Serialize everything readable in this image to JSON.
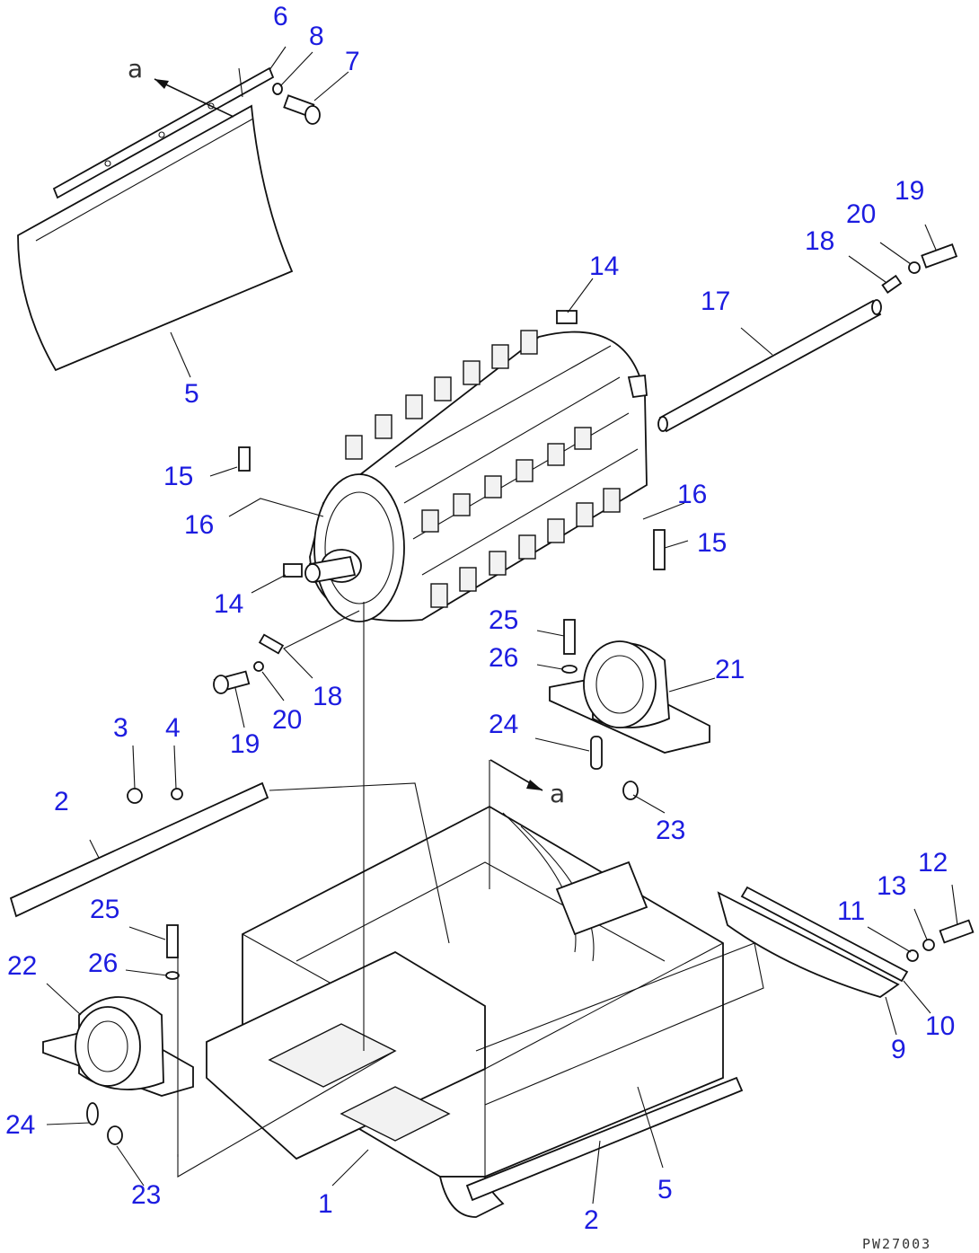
{
  "view_letter": "a",
  "drawing_code": "PW27003",
  "callouts": [
    {
      "key": "c6a",
      "text": "6"
    },
    {
      "key": "c8a",
      "text": "8"
    },
    {
      "key": "c7a",
      "text": "7"
    },
    {
      "key": "c5a",
      "text": "5"
    },
    {
      "key": "c19a",
      "text": "19"
    },
    {
      "key": "c20a",
      "text": "20"
    },
    {
      "key": "c18a",
      "text": "18"
    },
    {
      "key": "c14a",
      "text": "14"
    },
    {
      "key": "c17a",
      "text": "17"
    },
    {
      "key": "c15a",
      "text": "15"
    },
    {
      "key": "c16a",
      "text": "16"
    },
    {
      "key": "c16b",
      "text": "16"
    },
    {
      "key": "c15b",
      "text": "15"
    },
    {
      "key": "c14b",
      "text": "14"
    },
    {
      "key": "c25a",
      "text": "25"
    },
    {
      "key": "c26a",
      "text": "26"
    },
    {
      "key": "c21a",
      "text": "21"
    },
    {
      "key": "c18b",
      "text": "18"
    },
    {
      "key": "c20b",
      "text": "20"
    },
    {
      "key": "c19b",
      "text": "19"
    },
    {
      "key": "c3a",
      "text": "3"
    },
    {
      "key": "c4a",
      "text": "4"
    },
    {
      "key": "c24a",
      "text": "24"
    },
    {
      "key": "c2a",
      "text": "2"
    },
    {
      "key": "c23a",
      "text": "23"
    },
    {
      "key": "c25b",
      "text": "25"
    },
    {
      "key": "c26b",
      "text": "26"
    },
    {
      "key": "c22a",
      "text": "22"
    },
    {
      "key": "c12a",
      "text": "12"
    },
    {
      "key": "c13a",
      "text": "13"
    },
    {
      "key": "c11a",
      "text": "11"
    },
    {
      "key": "c10a",
      "text": "10"
    },
    {
      "key": "c9a",
      "text": "9"
    },
    {
      "key": "c24b",
      "text": "24"
    },
    {
      "key": "c23b",
      "text": "23"
    },
    {
      "key": "c1a",
      "text": "1"
    },
    {
      "key": "c5b",
      "text": "5"
    },
    {
      "key": "c2b",
      "text": "2"
    }
  ]
}
